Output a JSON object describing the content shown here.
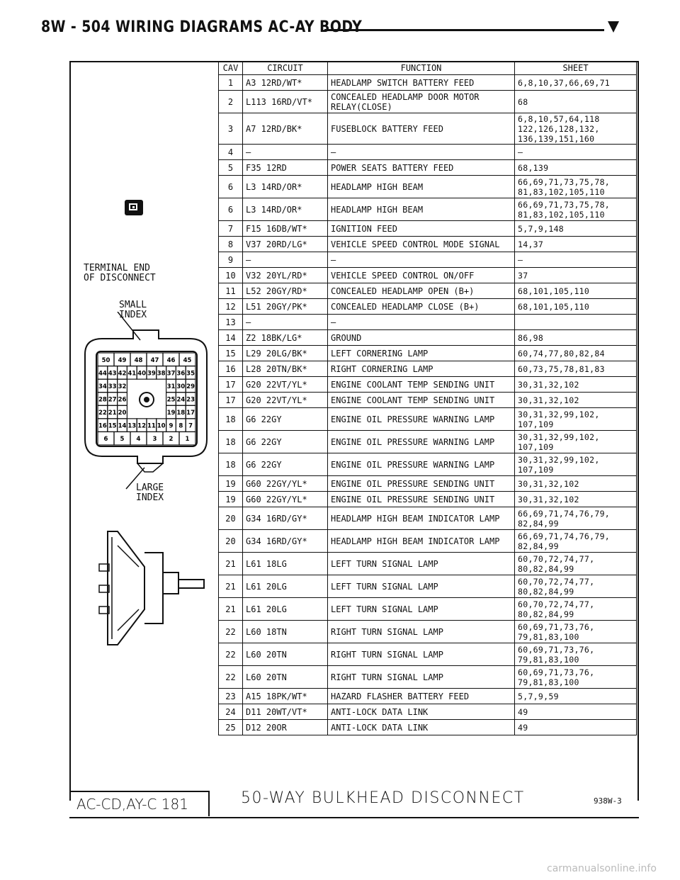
{
  "header": {
    "title": "8W - 504 WIRING DIAGRAMS AC-AY BODY"
  },
  "diagram": {
    "terminal_label": "TERMINAL END\nOF DISCONNECT",
    "small_index_label": "SMALL\nINDEX",
    "large_index_label": "LARGE\nINDEX",
    "pin_rows": [
      [
        "50",
        "49",
        "48",
        "47",
        "46",
        "45"
      ],
      [
        "44",
        "43",
        "42",
        "41",
        "40",
        "39",
        "38",
        "37",
        "36",
        "35"
      ],
      [
        "34",
        "33",
        "32",
        "31",
        "30",
        "29"
      ],
      [
        "28",
        "27",
        "26",
        "25",
        "24",
        "23"
      ],
      [
        "22",
        "21",
        "20",
        "19",
        "18",
        "17"
      ],
      [
        "16",
        "15",
        "14",
        "13",
        "12",
        "11",
        "10",
        "9",
        "8",
        "7"
      ],
      [
        "6",
        "5",
        "4",
        "3",
        "2",
        "1"
      ]
    ]
  },
  "table": {
    "headers": {
      "cav": "CAV",
      "circuit": "CIRCUIT",
      "function": "FUNCTION",
      "sheet": "SHEET"
    },
    "rows": [
      {
        "cav": "1",
        "circuit": "A3 12RD/WT*",
        "function": "HEADLAMP SWITCH BATTERY FEED",
        "sheet": "6,8,10,37,66,69,71"
      },
      {
        "cav": "2",
        "circuit": "L113 16RD/VT*",
        "function": "CONCEALED HEADLAMP DOOR MOTOR\nRELAY(CLOSE)",
        "sheet": "68"
      },
      {
        "cav": "3",
        "circuit": "A7 12RD/BK*",
        "function": "FUSEBLOCK BATTERY FEED",
        "sheet": "6,8,10,57,64,118\n122,126,128,132,\n136,139,151,160"
      },
      {
        "cav": "4",
        "circuit": "—",
        "function": "—",
        "sheet": "—"
      },
      {
        "cav": "5",
        "circuit": "F35 12RD",
        "function": "POWER SEATS BATTERY FEED",
        "sheet": "68,139"
      },
      {
        "cav": "6",
        "circuit": "L3 14RD/OR*",
        "function": "HEADLAMP HIGH BEAM",
        "sheet": "66,69,71,73,75,78,\n81,83,102,105,110"
      },
      {
        "cav": "6",
        "circuit": "L3 14RD/OR*",
        "function": "HEADLAMP HIGH BEAM",
        "sheet": "66,69,71,73,75,78,\n81,83,102,105,110"
      },
      {
        "cav": "7",
        "circuit": "F15 16DB/WT*",
        "function": "IGNITION FEED",
        "sheet": "5,7,9,148"
      },
      {
        "cav": "8",
        "circuit": "V37 20RD/LG*",
        "function": "VEHICLE SPEED CONTROL MODE SIGNAL",
        "sheet": "14,37"
      },
      {
        "cav": "9",
        "circuit": "—",
        "function": "—",
        "sheet": "—"
      },
      {
        "cav": "10",
        "circuit": "V32 20YL/RD*",
        "function": "VEHICLE SPEED CONTROL ON/OFF",
        "sheet": "37"
      },
      {
        "cav": "11",
        "circuit": "L52 20GY/RD*",
        "function": "CONCEALED HEADLAMP OPEN (B+)",
        "sheet": "68,101,105,110"
      },
      {
        "cav": "12",
        "circuit": "L51 20GY/PK*",
        "function": "CONCEALED HEADLAMP CLOSE (B+)",
        "sheet": "68,101,105,110"
      },
      {
        "cav": "13",
        "circuit": "—",
        "function": "—",
        "sheet": ""
      },
      {
        "cav": "14",
        "circuit": "Z2 18BK/LG*",
        "function": "GROUND",
        "sheet": "86,98"
      },
      {
        "cav": "15",
        "circuit": "L29 20LG/BK*",
        "function": "LEFT CORNERING LAMP",
        "sheet": "60,74,77,80,82,84"
      },
      {
        "cav": "16",
        "circuit": "L28 20TN/BK*",
        "function": "RIGHT CORNERING LAMP",
        "sheet": "60,73,75,78,81,83"
      },
      {
        "cav": "17",
        "circuit": "G20 22VT/YL*",
        "function": "ENGINE COOLANT TEMP SENDING UNIT",
        "sheet": "30,31,32,102"
      },
      {
        "cav": "17",
        "circuit": "G20 22VT/YL*",
        "function": "ENGINE COOLANT TEMP SENDING UNIT",
        "sheet": "30,31,32,102"
      },
      {
        "cav": "18",
        "circuit": "G6 22GY",
        "function": "ENGINE OIL PRESSURE WARNING LAMP",
        "sheet": "30,31,32,99,102,\n107,109"
      },
      {
        "cav": "18",
        "circuit": "G6 22GY",
        "function": "ENGINE OIL PRESSURE WARNING LAMP",
        "sheet": "30,31,32,99,102,\n107,109"
      },
      {
        "cav": "18",
        "circuit": "G6 22GY",
        "function": "ENGINE OIL PRESSURE WARNING LAMP",
        "sheet": "30,31,32,99,102,\n107,109"
      },
      {
        "cav": "19",
        "circuit": "G60 22GY/YL*",
        "function": "ENGINE OIL PRESSURE SENDING UNIT",
        "sheet": "30,31,32,102"
      },
      {
        "cav": "19",
        "circuit": "G60 22GY/YL*",
        "function": "ENGINE OIL PRESSURE SENDING UNIT",
        "sheet": "30,31,32,102"
      },
      {
        "cav": "20",
        "circuit": "G34 16RD/GY*",
        "function": "HEADLAMP HIGH BEAM INDICATOR LAMP",
        "sheet": "66,69,71,74,76,79,\n82,84,99"
      },
      {
        "cav": "20",
        "circuit": "G34 16RD/GY*",
        "function": "HEADLAMP HIGH BEAM INDICATOR LAMP",
        "sheet": "66,69,71,74,76,79,\n82,84,99"
      },
      {
        "cav": "21",
        "circuit": "L61 18LG",
        "function": "LEFT TURN SIGNAL LAMP",
        "sheet": "60,70,72,74,77,\n80,82,84,99"
      },
      {
        "cav": "21",
        "circuit": "L61 20LG",
        "function": "LEFT TURN SIGNAL LAMP",
        "sheet": "60,70,72,74,77,\n80,82,84,99"
      },
      {
        "cav": "21",
        "circuit": "L61 20LG",
        "function": "LEFT TURN SIGNAL LAMP",
        "sheet": "60,70,72,74,77,\n80,82,84,99"
      },
      {
        "cav": "22",
        "circuit": "L60 18TN",
        "function": "RIGHT TURN SIGNAL LAMP",
        "sheet": "60,69,71,73,76,\n79,81,83,100"
      },
      {
        "cav": "22",
        "circuit": "L60 20TN",
        "function": "RIGHT TURN SIGNAL LAMP",
        "sheet": "60,69,71,73,76,\n79,81,83,100"
      },
      {
        "cav": "22",
        "circuit": "L60 20TN",
        "function": "RIGHT TURN SIGNAL LAMP",
        "sheet": "60,69,71,73,76,\n79,81,83,100"
      },
      {
        "cav": "23",
        "circuit": "A15 18PK/WT*",
        "function": "HAZARD FLASHER BATTERY FEED",
        "sheet": "5,7,9,59"
      },
      {
        "cav": "24",
        "circuit": "D11 20WT/VT*",
        "function": "ANTI-LOCK DATA LINK",
        "sheet": "49"
      },
      {
        "cav": "25",
        "circuit": "D12 20OR",
        "function": "ANTI-LOCK DATA LINK",
        "sheet": "49"
      }
    ]
  },
  "footer": {
    "doc_code": "AC-CD,AY-C 181",
    "caption": "50-WAY BULKHEAD DISCONNECT",
    "figure_id": "938W-3"
  },
  "watermark": "carmanualsonline.info"
}
